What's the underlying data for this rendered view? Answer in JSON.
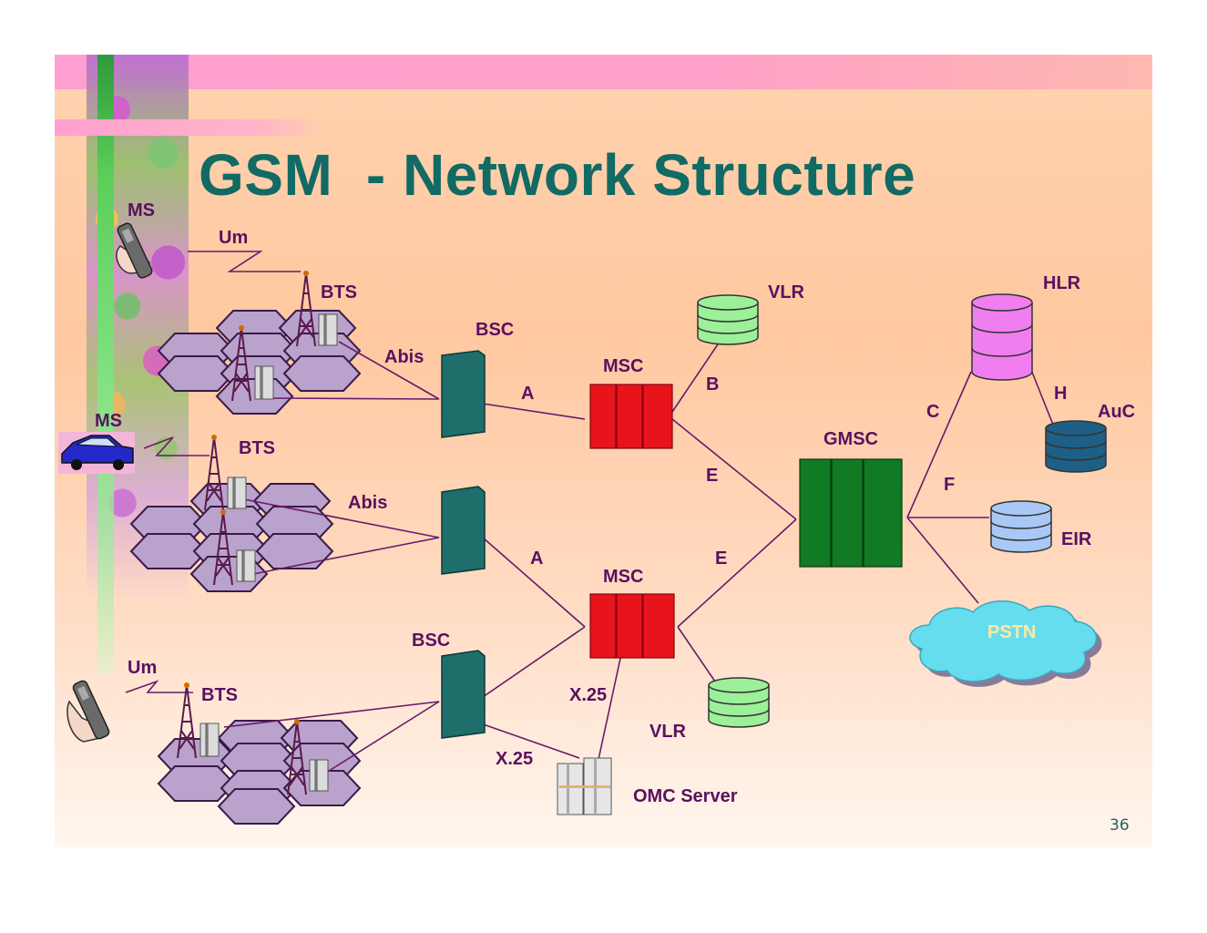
{
  "slide": {
    "title": "GSM  - Network Structure",
    "page_number": "36"
  },
  "labels": {
    "ms_top": "MS",
    "um_top": "Um",
    "bts_1": "BTS",
    "bsc_top": "BSC",
    "abis_1": "Abis",
    "msc_top": "MSC",
    "a_1": "A",
    "vlr_top": "VLR",
    "b": "B",
    "hlr": "HLR",
    "h": "H",
    "c": "C",
    "auc": "AuC",
    "ms_car": "MS",
    "bts_2": "BTS",
    "gmsc": "GMSC",
    "e_1": "E",
    "f": "F",
    "abis_2": "Abis",
    "eir": "EIR",
    "a_2": "A",
    "e_2": "E",
    "msc_bottom": "MSC",
    "pstn": "PSTN",
    "bsc_bottom": "BSC",
    "um_bottom": "Um",
    "bts_3": "BTS",
    "x25_1": "X.25",
    "vlr_bottom": "VLR",
    "x25_2": "X.25",
    "omc_server": "OMC Server"
  },
  "colors": {
    "title": "#116a63",
    "label": "#5a1060",
    "bsc": "#1e6e6c",
    "msc": "#e8141c",
    "gmsc": "#117a24",
    "vlr": "#9cf09a",
    "hlr": "#f07ef0",
    "auc": "#1d5f86",
    "eir": "#a9c8f5",
    "pstn": "#66ddee",
    "cell": "#b9a2cc",
    "link": "#6a1a6a"
  },
  "icons": [
    "handset-icon",
    "car-icon",
    "tower-icon",
    "server-icon",
    "database-icon",
    "cloud-icon"
  ]
}
